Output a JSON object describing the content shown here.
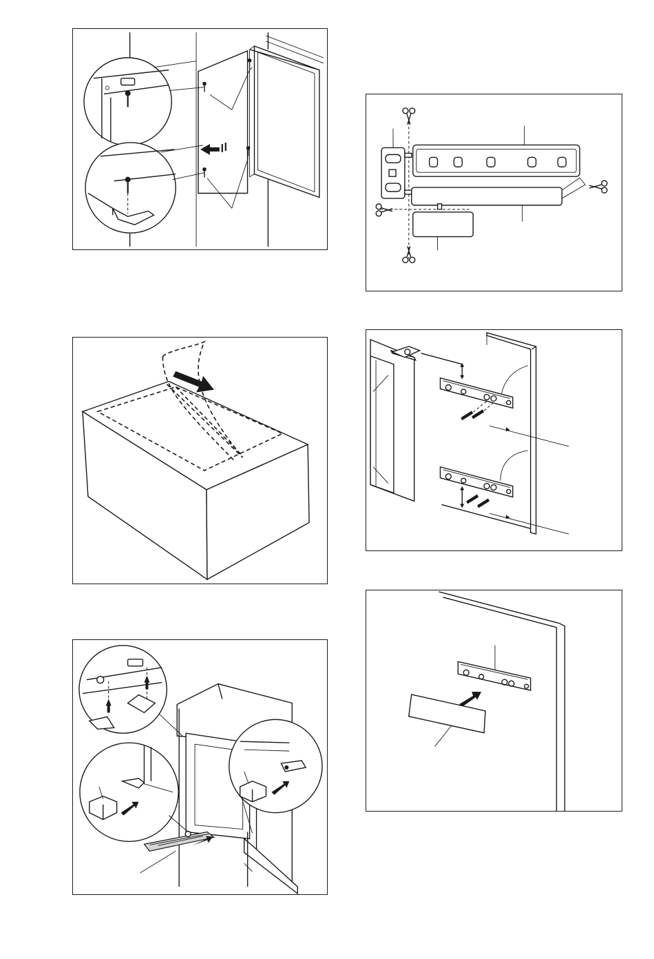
{
  "page": {
    "background": "#ffffff",
    "line_color": "#1a1a1a"
  },
  "figures": [
    {
      "id": "door-hinge-screws",
      "icons": [
        "screw-icon",
        "arrow-icon",
        "magnifier-callout-icon"
      ]
    },
    {
      "id": "sealing-strip-removal",
      "icons": [
        "arrow-icon"
      ]
    },
    {
      "id": "clamp-and-cover",
      "icons": [
        "arrow-icon",
        "magnifier-callout-icon"
      ]
    },
    {
      "id": "template-cutting",
      "icons": [
        "scissors-icon"
      ]
    },
    {
      "id": "bracket-fixing",
      "icons": [
        "screw-icon",
        "dimension-arrow-icon"
      ]
    },
    {
      "id": "bracket-cover",
      "icons": [
        "arrow-icon"
      ]
    }
  ]
}
